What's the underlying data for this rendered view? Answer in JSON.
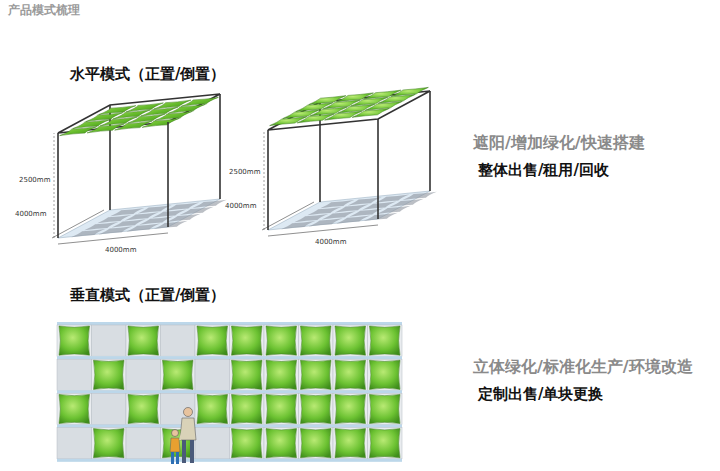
{
  "diagram": {
    "title": "产品模式梳理",
    "labels": [
      "水平模式（正置/倒置）",
      "2500mm",
      "4000mm",
      "4000mm",
      "2500mm",
      "4000mm",
      "4000mm",
      "遮阳/增加绿化/快速搭建",
      "整体出售/租用/回收",
      "垂直模式（正置/倒置）",
      "立体绿化/标准化生产/环境改造",
      "定制出售/单块更换"
    ]
  }
}
